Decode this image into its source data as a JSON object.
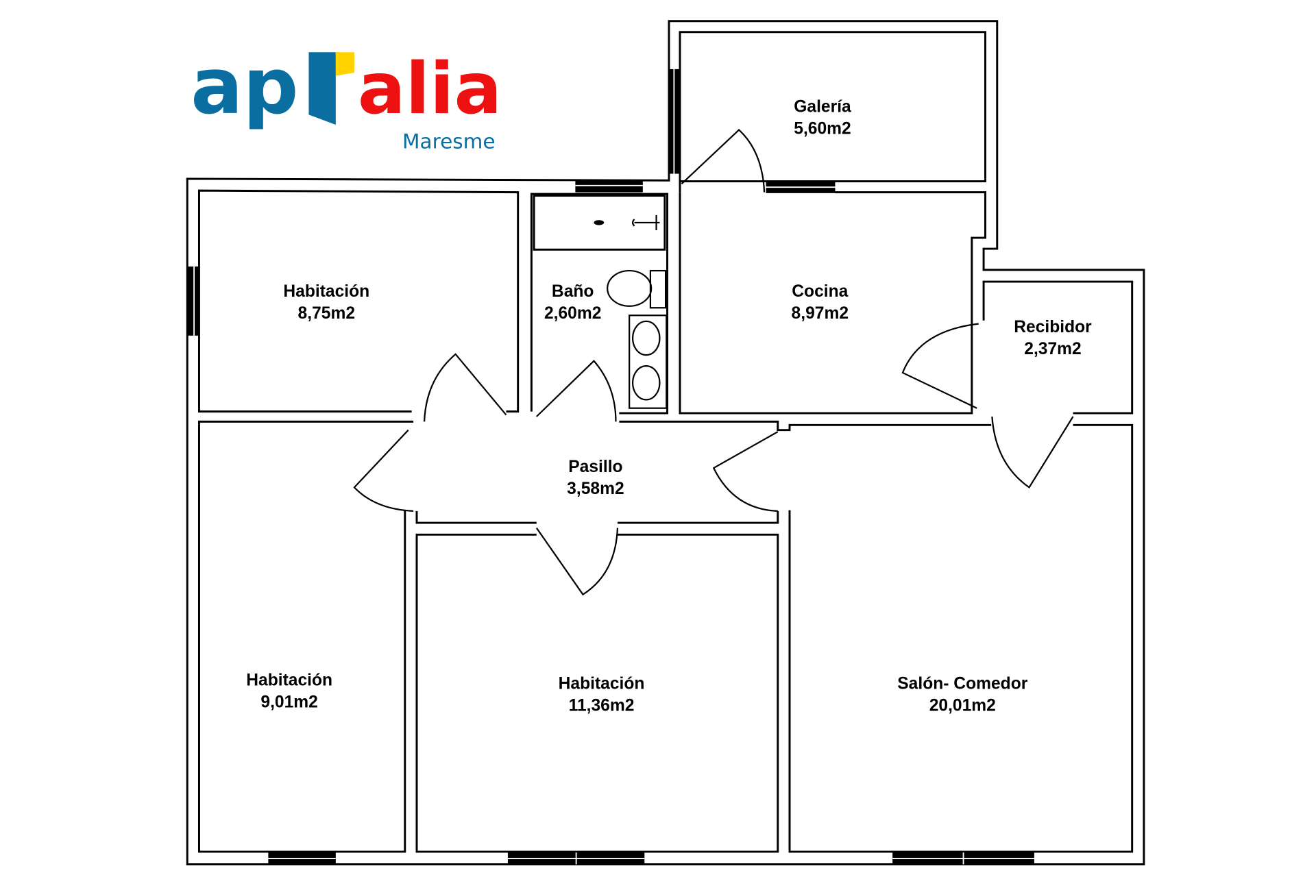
{
  "logo": {
    "part1": "ap",
    "part2": "alia",
    "subtitle": "Maresme",
    "colors": {
      "blue": "#0a6fa0",
      "red": "#ee1111",
      "yellow": "#ffd200"
    }
  },
  "rooms": [
    {
      "name": "Galería",
      "area": "5,60m2"
    },
    {
      "name": "Habitación",
      "area": "8,75m2"
    },
    {
      "name": "Baño",
      "area": "2,60m2"
    },
    {
      "name": "Cocina",
      "area": "8,97m2"
    },
    {
      "name": "Recibidor",
      "area": "2,37m2"
    },
    {
      "name": "Pasillo",
      "area": "3,58m2"
    },
    {
      "name": "Habitación",
      "area": "9,01m2"
    },
    {
      "name": "Habitación",
      "area": "11,36m2"
    },
    {
      "name": "Salón- Comedor",
      "area": "20,01m2"
    }
  ]
}
